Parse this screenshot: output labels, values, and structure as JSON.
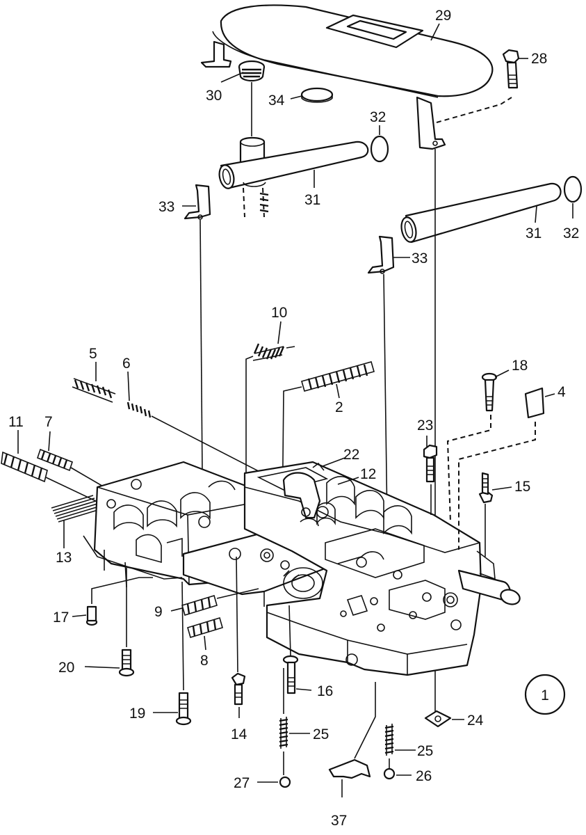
{
  "figure_marker": "1",
  "callouts": [
    {
      "id": "c29",
      "text": "29"
    },
    {
      "id": "c28",
      "text": "28"
    },
    {
      "id": "c30",
      "text": "30"
    },
    {
      "id": "c34",
      "text": "34"
    },
    {
      "id": "c32a",
      "text": "32"
    },
    {
      "id": "c31a",
      "text": "31"
    },
    {
      "id": "c33a",
      "text": "33"
    },
    {
      "id": "c31b",
      "text": "31"
    },
    {
      "id": "c32b",
      "text": "32"
    },
    {
      "id": "c33b",
      "text": "33"
    },
    {
      "id": "c10",
      "text": "10"
    },
    {
      "id": "c5",
      "text": "5"
    },
    {
      "id": "c6",
      "text": "6"
    },
    {
      "id": "c2",
      "text": "2"
    },
    {
      "id": "c18",
      "text": "18"
    },
    {
      "id": "c4",
      "text": "4"
    },
    {
      "id": "c11",
      "text": "11"
    },
    {
      "id": "c7",
      "text": "7"
    },
    {
      "id": "c23",
      "text": "23"
    },
    {
      "id": "c22",
      "text": "22"
    },
    {
      "id": "c12",
      "text": "12"
    },
    {
      "id": "c15",
      "text": "15"
    },
    {
      "id": "c13",
      "text": "13"
    },
    {
      "id": "c17",
      "text": "17"
    },
    {
      "id": "c9",
      "text": "9"
    },
    {
      "id": "c8",
      "text": "8"
    },
    {
      "id": "c20",
      "text": "20"
    },
    {
      "id": "c16",
      "text": "16"
    },
    {
      "id": "c19",
      "text": "19"
    },
    {
      "id": "c14",
      "text": "14"
    },
    {
      "id": "c24",
      "text": "24"
    },
    {
      "id": "c25a",
      "text": "25"
    },
    {
      "id": "c25b",
      "text": "25"
    },
    {
      "id": "c27",
      "text": "27"
    },
    {
      "id": "c26",
      "text": "26"
    },
    {
      "id": "c37",
      "text": "37"
    }
  ]
}
